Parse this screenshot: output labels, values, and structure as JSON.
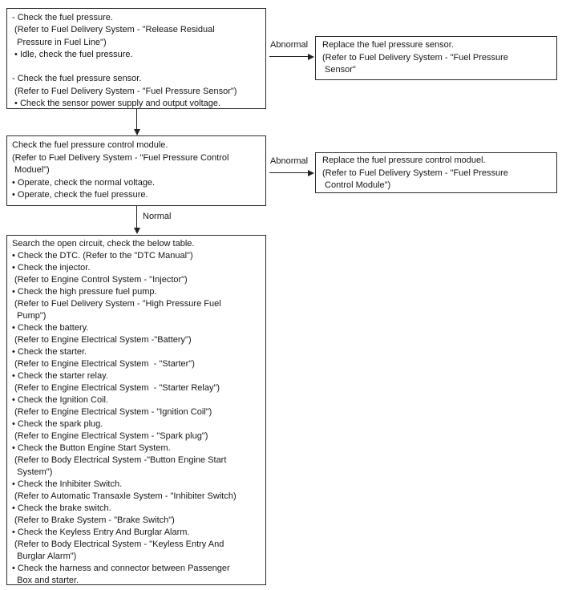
{
  "colors": {
    "background": "#ffffff",
    "border": "#2b2b2b",
    "text": "#161616",
    "arrow": "#222222"
  },
  "flowchart": {
    "step1": {
      "title": "Check fuel pressure and fuel pressure sensor",
      "lines": [
        "- Check the fuel pressure.",
        " (Refer to Fuel Delivery System - \"Release Residual",
        "  Pressure in Fuel Line\")",
        " • Idle, check the fuel pressure.",
        "",
        "- Check the fuel pressure sensor.",
        " (Refer to Fuel Delivery System - \"Fuel Pressure Sensor\")",
        " • Check the sensor power supply and output voltage."
      ]
    },
    "result1": {
      "title": "Replace fuel pressure sensor",
      "lines": [
        "Replace the fuel pressure sensor.",
        "(Refer to Fuel Delivery System - \"Fuel Pressure",
        " Sensor\""
      ]
    },
    "step2": {
      "title": "Check fuel pressure control module",
      "lines": [
        "Check the fuel pressure control module.",
        "(Refer to Fuel Delivery System - \"Fuel Pressure Control",
        " Moduel\")",
        "• Operate, check the normal voltage.",
        "• Operate, check the fuel pressure."
      ]
    },
    "result2": {
      "title": "Replace fuel pressure control module",
      "lines": [
        "Replace the fuel pressure control moduel.",
        "(Refer to Fuel Delivery System - \"Fuel Pressure",
        " Control Module\")"
      ]
    },
    "step3": {
      "title": "Search the open circuit",
      "lines": [
        "Search the open circuit, check the below table.",
        "• Check the DTC. (Refer to the \"DTC Manual\")",
        "• Check the injector.",
        " (Refer to Engine Control System - \"Injector\")",
        "• Check the high pressure fuel pump.",
        " (Refer to Fuel Delivery System - \"High Pressure Fuel",
        "  Pump\")",
        "• Check the battery.",
        " (Refer to Engine Electrical System -\"Battery\")",
        "• Check the starter.",
        " (Refer to Engine Electrical System  - \"Starter\")",
        "• Check the starter relay.",
        " (Refer to Engine Electrical System  - \"Starter Relay\")",
        "• Check the Ignition Coil.",
        " (Refer to Engine Electrical System - \"Ignition Coil\")",
        "• Check the spark plug.",
        " (Refer to Engine Electrical System - \"Spark plug\")",
        "• Check the Button Engine Start System.",
        " (Refer to Body Electrical System -\"Button Engine Start",
        "  System\")",
        "• Check the Inhibiter Switch.",
        " (Refer to Automatic Transaxle System - \"Inhibiter Switch)",
        "• Check the brake switch.",
        " (Refer to Brake System - \"Brake Switch\")",
        "• Check the Keyless Entry And Burglar Alarm.",
        " (Refer to Body Electrical System - \"Keyless Entry And",
        "  Burglar Alarm\")",
        "• Check the harness and connector between Passenger",
        "  Box and starter."
      ]
    },
    "labels": {
      "abnormal1": "Abnormal",
      "abnormal2": "Abnormal",
      "normal": "Normal"
    }
  }
}
